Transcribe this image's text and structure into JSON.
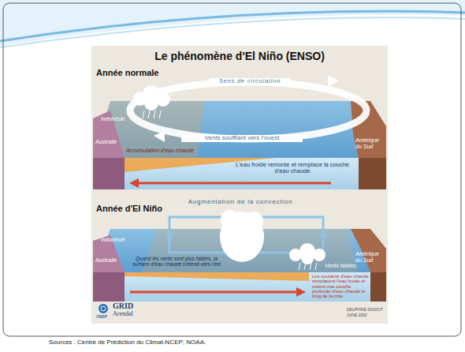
{
  "diagram": {
    "title": "Le phénomène d'El Niño (ENSO)",
    "caption": "Sources : Centre de Prédiction du Climat-NCEP; NOAA.",
    "labels": [
      "Année normale",
      "Sens de circulation",
      "Indonésie",
      "Vents soufflant vers l'ouest",
      "Australie",
      "Accumulation d'eau chaude",
      "Amérique du Sud",
      "L'eau froide remonte et remplace la couche d'eau chaude",
      "Augmentation de la convection",
      "Année d'El Niño",
      "Indonésie",
      "Australie",
      "Quand les vents sont plus faibles, la surface d'eau chaude s'étend vers l'est",
      "Vents faibles",
      "Amérique du Sud",
      "Les courants d'eau chaude remplacent l'eau froide et créent une couche profonde d'eau chaude le long de la côte",
      "UNEP",
      "GRID",
      "Arendal",
      "DELPHINE DIGOUT",
      "JUNE 2002"
    ]
  }
}
